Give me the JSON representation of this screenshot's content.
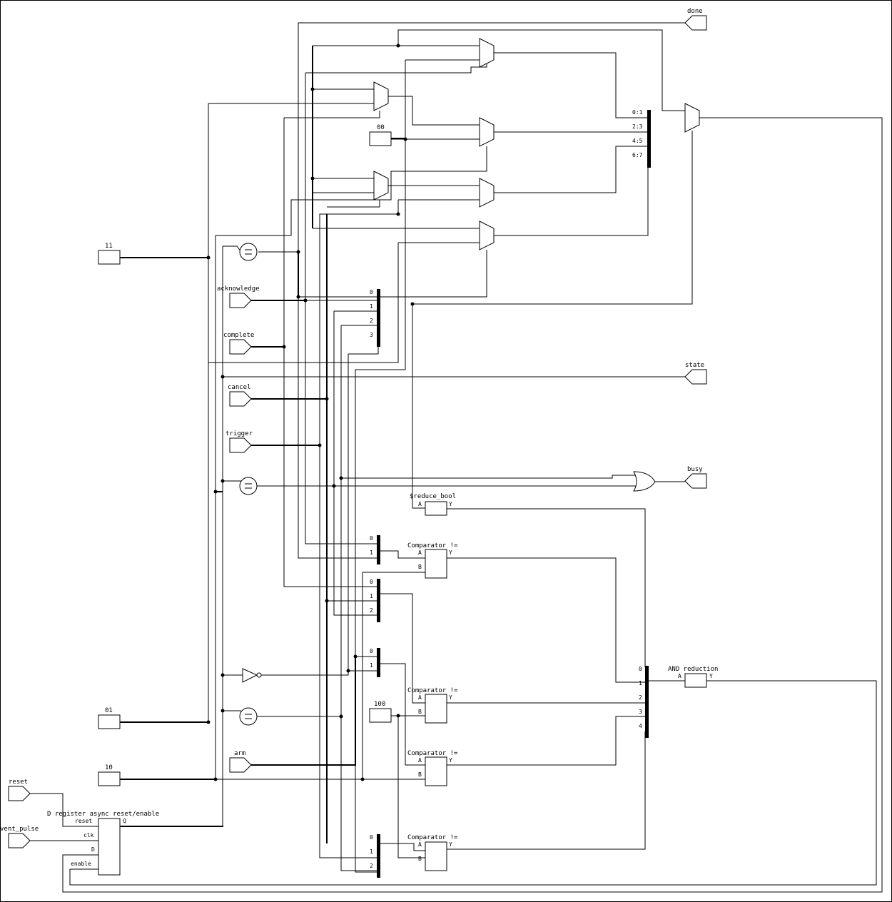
{
  "ports": {
    "done": "done",
    "state": "state",
    "busy": "busy",
    "acknowledge": "acknowledge",
    "complete": "complete",
    "cancel": "cancel",
    "trigger": "trigger",
    "arm": "arm",
    "reset": "reset",
    "event_pulse": "vent_pulse"
  },
  "constants": {
    "c11": "11",
    "c00": "00",
    "c01": "01",
    "c10": "10",
    "c100": "100"
  },
  "cells": {
    "reduce_bool": "$reduce_bool",
    "cmp_ne": "Comparator !=",
    "and_reduction": "AND reduction",
    "dff": "D register async reset/enable"
  },
  "pins": {
    "A": "A",
    "B": "B",
    "Y": "Y",
    "Q": "Q",
    "reset": "reset",
    "clk": "clk",
    "D": "D",
    "enable": "enable"
  },
  "bus_labels": {
    "out_split": [
      "0:1",
      "2:3",
      "4:5",
      "6:7"
    ],
    "idx4": [
      "0",
      "1",
      "2",
      "3"
    ],
    "idx2": [
      "0",
      "1"
    ],
    "idx3": [
      "0",
      "1",
      "2"
    ],
    "idx5": [
      "0",
      "1",
      "2",
      "3",
      "4"
    ]
  }
}
